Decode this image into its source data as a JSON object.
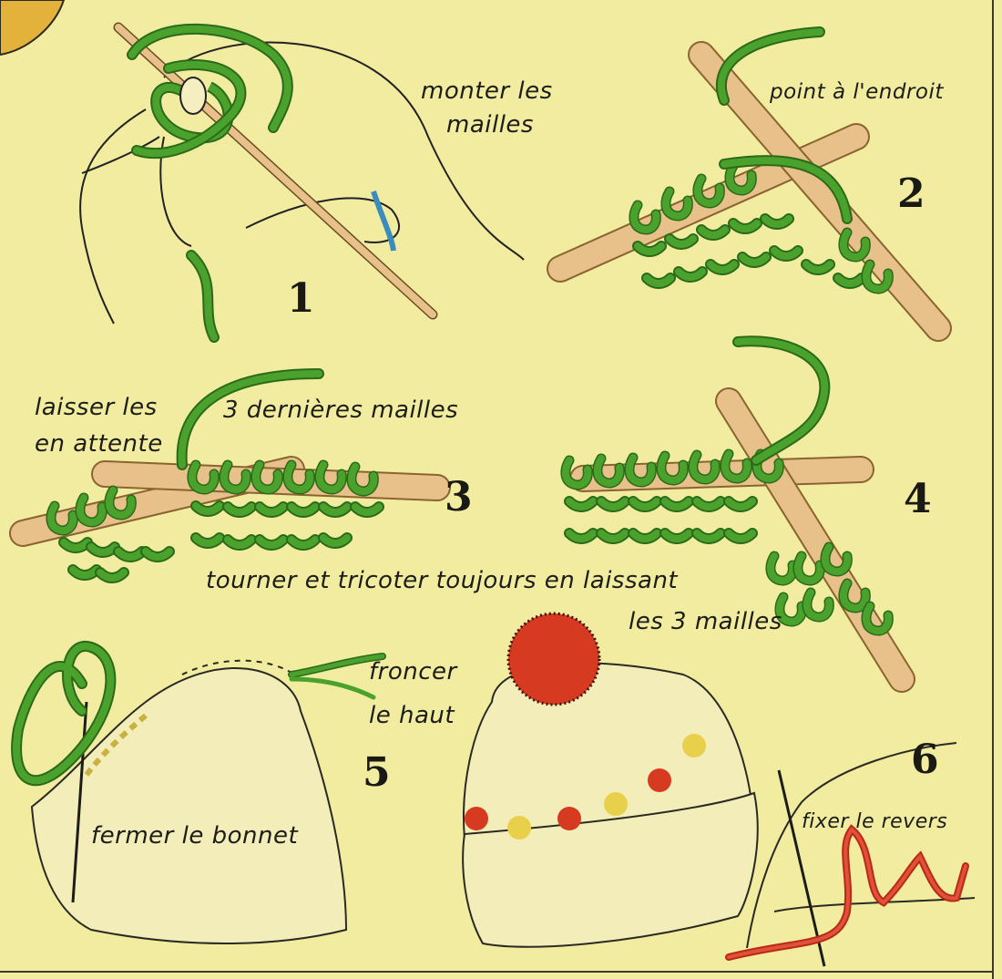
{
  "colors": {
    "paper": "#f1eca0",
    "yarn_green": "#4aa22c",
    "needle": "#e8c089",
    "pompom_red": "#d63a20",
    "pompom_yellow": "#e9d04a",
    "ink": "#1c1c18"
  },
  "steps": [
    {
      "number": "1",
      "labels": [
        "monter les",
        "mailles"
      ]
    },
    {
      "number": "2",
      "labels": [
        "point à l'endroit"
      ]
    },
    {
      "number": "3",
      "labels": [
        "laisser les",
        "en attente",
        "3 dernières mailles"
      ]
    },
    {
      "number": "4",
      "labels": [
        "tourner et tricoter toujours en laissant",
        "les 3 mailles"
      ]
    },
    {
      "number": "5",
      "labels": [
        "froncer",
        "le haut",
        "fermer le bonnet"
      ]
    },
    {
      "number": "6",
      "labels": [
        "fixer le revers"
      ]
    }
  ]
}
